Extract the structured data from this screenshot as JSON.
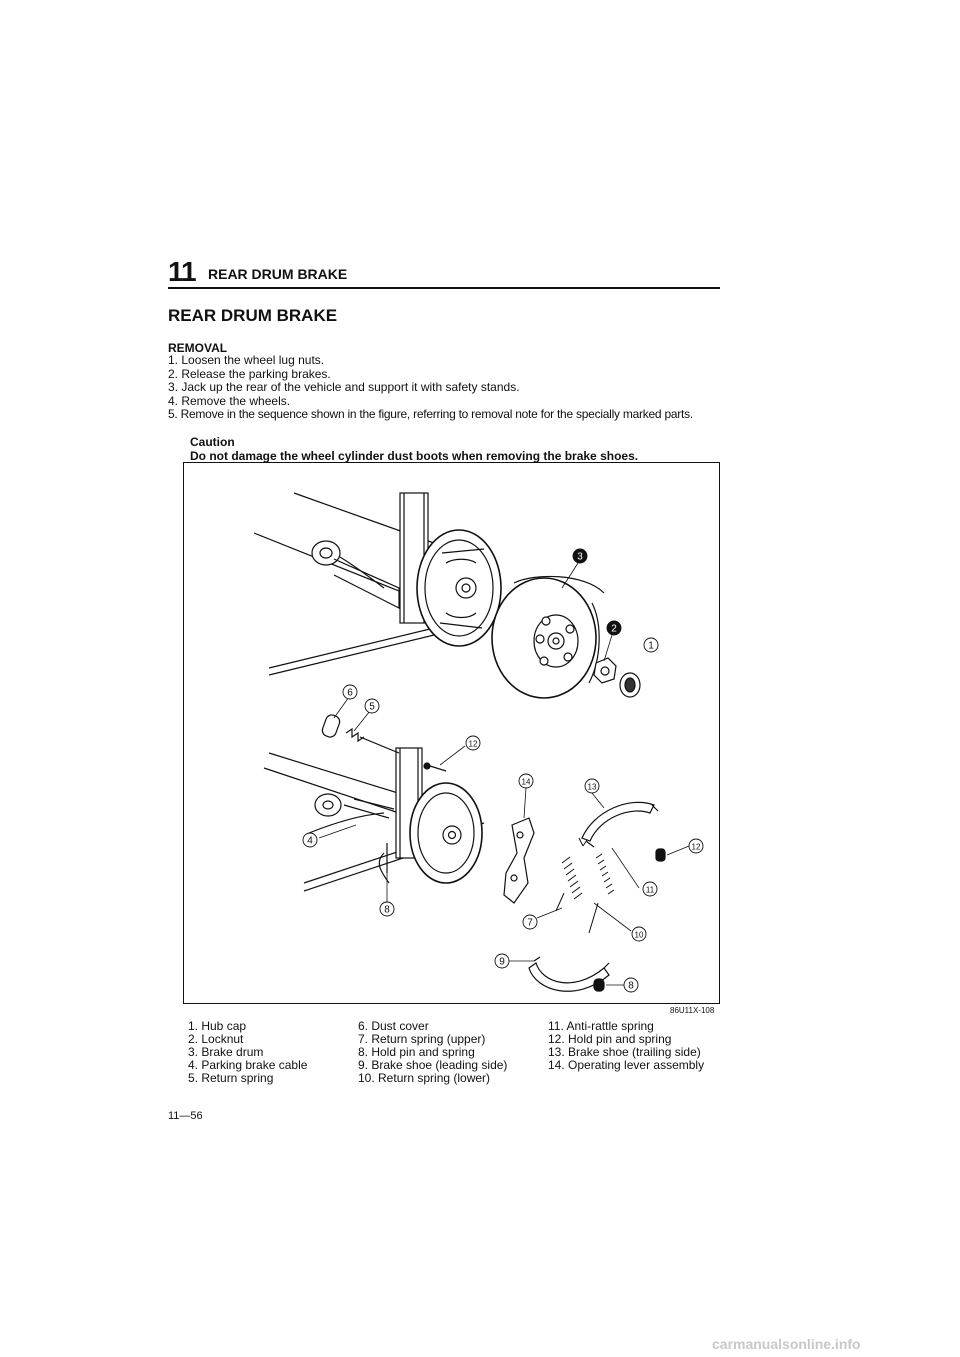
{
  "header": {
    "chapter_number": "11",
    "chapter_title": "REAR DRUM BRAKE"
  },
  "section_title": "REAR DRUM BRAKE",
  "removal": {
    "title": "REMOVAL",
    "steps": [
      "1. Loosen the wheel lug nuts.",
      "2. Release the parking brakes.",
      "3. Jack up the rear of the vehicle and support it with safety stands.",
      "4. Remove the wheels.",
      "5. Remove in the sequence shown in the figure, referring to removal note for the specially marked parts."
    ]
  },
  "caution": {
    "title": "Caution",
    "text": "Do not damage the wheel cylinder dust boots when removing the brake shoes."
  },
  "figure": {
    "code": "86U11X-108",
    "callouts": {
      "c1": "1",
      "c2": "2",
      "c3": "3",
      "c4": "4",
      "c5": "5",
      "c6": "6",
      "c7": "7",
      "c8a": "8",
      "c8b": "8",
      "c9": "9",
      "c10": "10",
      "c11": "11",
      "c12a": "12",
      "c12b": "12",
      "c13": "13",
      "c14": "14"
    }
  },
  "legend": {
    "col1": [
      "1. Hub cap",
      "2. Locknut",
      "3. Brake drum",
      "4. Parking brake cable",
      "5. Return spring"
    ],
    "col2": [
      "6. Dust cover",
      "7. Return spring (upper)",
      "8. Hold pin and spring",
      "9. Brake shoe (leading side)",
      "10. Return spring (lower)"
    ],
    "col3": [
      "11. Anti-rattle spring",
      "12. Hold pin and spring",
      "13. Brake shoe (trailing side)",
      "14. Operating lever assembly"
    ]
  },
  "page_number": "11—56",
  "watermark": "carmanualsonline.info"
}
